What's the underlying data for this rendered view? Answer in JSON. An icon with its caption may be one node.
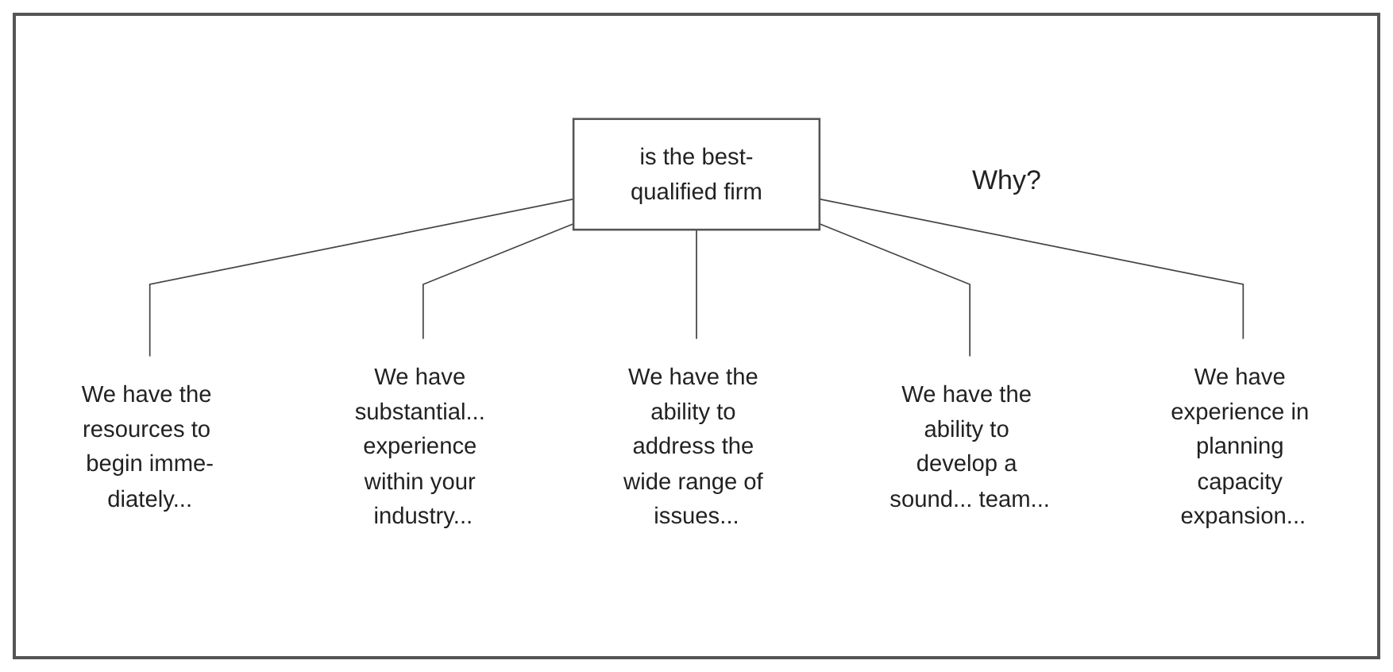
{
  "diagram": {
    "nodes": [
      {
        "text": [
          "is the best-qualified firm"
        ]
      },
      {
        "text": [
          "We have the resources to begin imme-diately..."
        ]
      },
      {
        "text": [
          "We have substantial... experience within your industry..."
        ]
      },
      {
        "text": [
          "We have the ability to address the wide range of issues..."
        ]
      },
      {
        "text": [
          "We have the ability to develop a sound... team..."
        ]
      },
      {
        "text": [
          "We have experience in planning capacity expansion..."
        ]
      }
    ],
    "edges": [
      {
        "from": 0,
        "to": 1,
        "arrow": "none"
      },
      {
        "from": 0,
        "to": 2,
        "arrow": "none"
      },
      {
        "from": 0,
        "to": 3,
        "arrow": "none"
      },
      {
        "from": 0,
        "to": 4,
        "arrow": "none"
      },
      {
        "from": 0,
        "to": 5,
        "arrow": "none"
      }
    ],
    "labels": [
      "Why?"
    ]
  }
}
